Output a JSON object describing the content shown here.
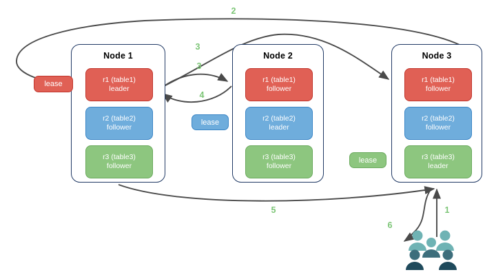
{
  "diagram": {
    "title": "",
    "colors": {
      "replica_red": "#E06055",
      "replica_blue": "#6FADDC",
      "replica_green": "#8DC67F",
      "node_border": "#1F3864",
      "arrow": "#4A4A4A",
      "step_label": "#7CC576",
      "users_light": "#6FB3B4",
      "users_dark": "#3D6E7C"
    },
    "nodes": [
      {
        "id": "node1",
        "title": "Node 1",
        "replicas": [
          {
            "name": "r1 (table1)",
            "role": "leader",
            "color": "red"
          },
          {
            "name": "r2 (table2)",
            "role": "follower",
            "color": "blue"
          },
          {
            "name": "r3 (table3)",
            "role": "follower",
            "color": "green"
          }
        ]
      },
      {
        "id": "node2",
        "title": "Node 2",
        "replicas": [
          {
            "name": "r1 (table1)",
            "role": "follower",
            "color": "red"
          },
          {
            "name": "r2 (table2)",
            "role": "leader",
            "color": "blue"
          },
          {
            "name": "r3 (table3)",
            "role": "follower",
            "color": "green"
          }
        ]
      },
      {
        "id": "node3",
        "title": "Node 3",
        "replicas": [
          {
            "name": "r1 (table1)",
            "role": "follower",
            "color": "red"
          },
          {
            "name": "r2 (table2)",
            "role": "follower",
            "color": "blue"
          },
          {
            "name": "r3 (table3)",
            "role": "leader",
            "color": "green"
          }
        ]
      }
    ],
    "leases": [
      {
        "id": "lease-r1",
        "label": "lease",
        "color": "red"
      },
      {
        "id": "lease-r2",
        "label": "lease",
        "color": "blue"
      },
      {
        "id": "lease-r3",
        "label": "lease",
        "color": "green"
      }
    ],
    "steps": [
      {
        "id": "step-1",
        "label": "1"
      },
      {
        "id": "step-2",
        "label": "2"
      },
      {
        "id": "step-3a",
        "label": "3"
      },
      {
        "id": "step-3b",
        "label": "3"
      },
      {
        "id": "step-4",
        "label": "4"
      },
      {
        "id": "step-5",
        "label": "5"
      },
      {
        "id": "step-6",
        "label": "6"
      }
    ],
    "actors": {
      "users_icon": "users-group-icon"
    }
  }
}
